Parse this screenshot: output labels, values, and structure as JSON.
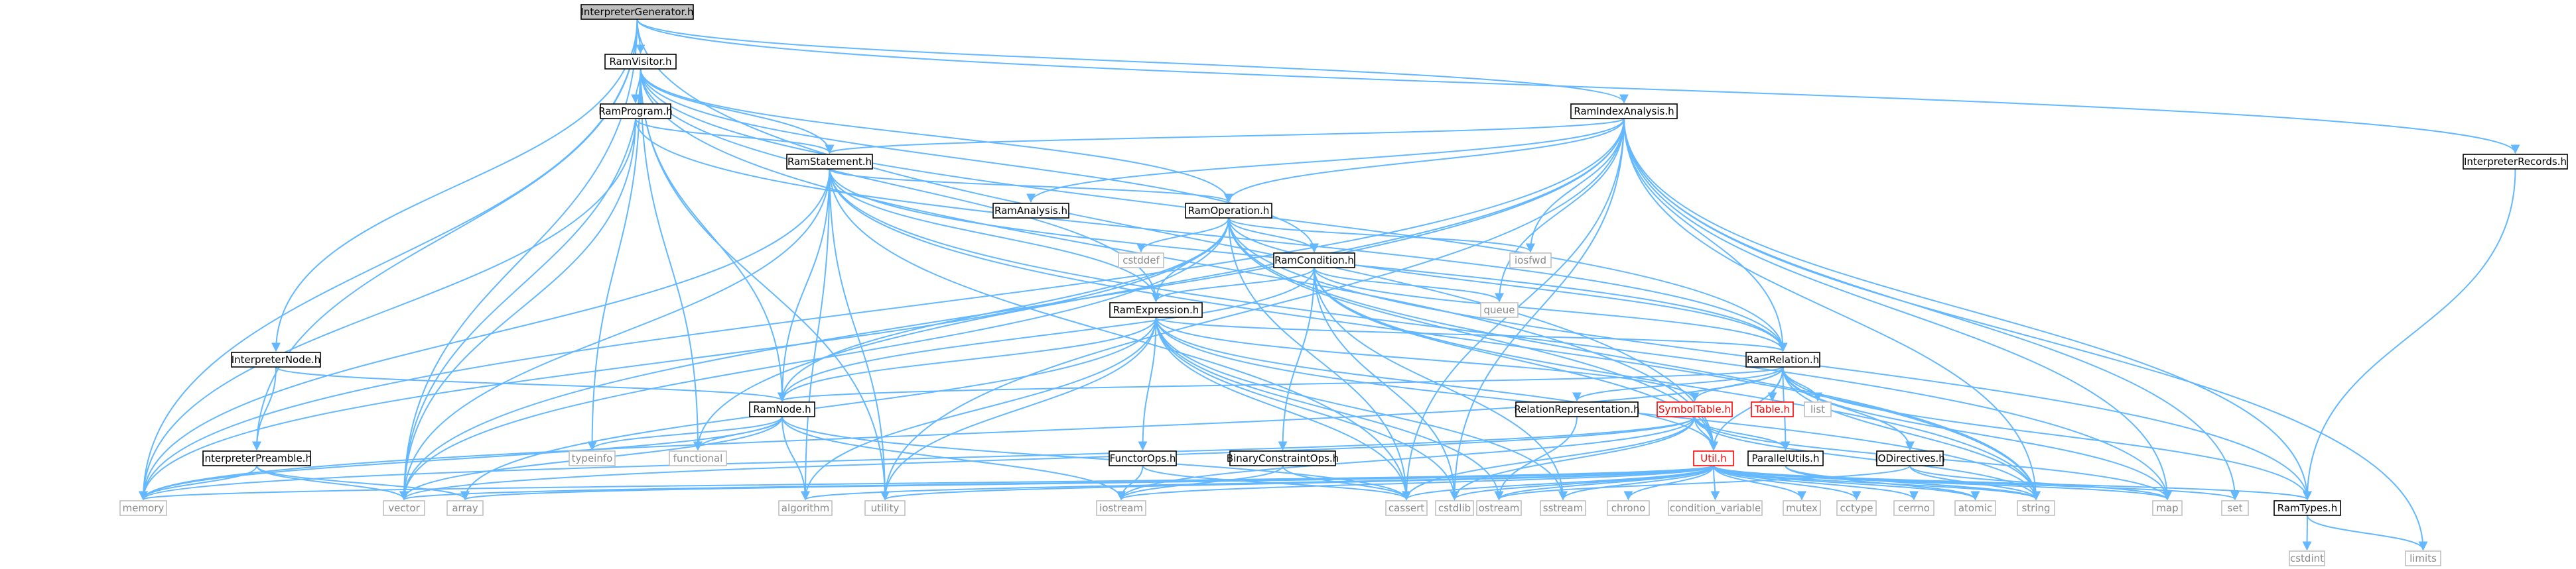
{
  "diagram": {
    "edge_color": "#63b8ff",
    "node_colors": {
      "focus_fill": "#bfbfbf",
      "default_fill": "#ffffff",
      "system_border": "#bfbfbf",
      "warning_text": "#ff0000"
    },
    "nodes": [
      {
        "id": "InterpreterGenerator",
        "label": "InterpreterGenerator.h",
        "kind": "focus"
      },
      {
        "id": "RamVisitor",
        "label": "RamVisitor.h",
        "kind": "project"
      },
      {
        "id": "RamIndexAnalysis",
        "label": "RamIndexAnalysis.h",
        "kind": "project"
      },
      {
        "id": "InterpreterRecords",
        "label": "InterpreterRecords.h",
        "kind": "project"
      },
      {
        "id": "RamProgram",
        "label": "RamProgram.h",
        "kind": "project"
      },
      {
        "id": "RamStatement",
        "label": "RamStatement.h",
        "kind": "project"
      },
      {
        "id": "RamAnalysis",
        "label": "RamAnalysis.h",
        "kind": "project"
      },
      {
        "id": "RamOperation",
        "label": "RamOperation.h",
        "kind": "project"
      },
      {
        "id": "RamCondition",
        "label": "RamCondition.h",
        "kind": "project"
      },
      {
        "id": "RamExpression",
        "label": "RamExpression.h",
        "kind": "project"
      },
      {
        "id": "RamRelation",
        "label": "RamRelation.h",
        "kind": "project"
      },
      {
        "id": "InterpreterNode",
        "label": "InterpreterNode.h",
        "kind": "project"
      },
      {
        "id": "InterpreterPreamble",
        "label": "InterpreterPreamble.h",
        "kind": "project"
      },
      {
        "id": "RamNode",
        "label": "RamNode.h",
        "kind": "project"
      },
      {
        "id": "RelationRepresentation",
        "label": "RelationRepresentation.h",
        "kind": "project"
      },
      {
        "id": "SymbolTable",
        "label": "SymbolTable.h",
        "kind": "warning"
      },
      {
        "id": "Table",
        "label": "Table.h",
        "kind": "warning"
      },
      {
        "id": "Util",
        "label": "Util.h",
        "kind": "warning"
      },
      {
        "id": "ParallelUtils",
        "label": "ParallelUtils.h",
        "kind": "project"
      },
      {
        "id": "IODirectives",
        "label": "IODirectives.h",
        "kind": "project"
      },
      {
        "id": "FunctorOps",
        "label": "FunctorOps.h",
        "kind": "project"
      },
      {
        "id": "BinaryConstraintOps",
        "label": "BinaryConstraintOps.h",
        "kind": "project"
      },
      {
        "id": "RamTypes",
        "label": "RamTypes.h",
        "kind": "project"
      },
      {
        "id": "iosfwd",
        "label": "iosfwd",
        "kind": "system"
      },
      {
        "id": "cstddef",
        "label": "cstddef",
        "kind": "system"
      },
      {
        "id": "queue",
        "label": "queue",
        "kind": "system"
      },
      {
        "id": "list",
        "label": "list",
        "kind": "system"
      },
      {
        "id": "typeinfo",
        "label": "typeinfo",
        "kind": "system"
      },
      {
        "id": "functional",
        "label": "functional",
        "kind": "system"
      },
      {
        "id": "memory",
        "label": "memory",
        "kind": "system"
      },
      {
        "id": "vector",
        "label": "vector",
        "kind": "system"
      },
      {
        "id": "array",
        "label": "array",
        "kind": "system"
      },
      {
        "id": "algorithm",
        "label": "algorithm",
        "kind": "system"
      },
      {
        "id": "utility",
        "label": "utility",
        "kind": "system"
      },
      {
        "id": "iostream",
        "label": "iostream",
        "kind": "system"
      },
      {
        "id": "cassert",
        "label": "cassert",
        "kind": "system"
      },
      {
        "id": "cstdlib",
        "label": "cstdlib",
        "kind": "system"
      },
      {
        "id": "ostream",
        "label": "ostream",
        "kind": "system"
      },
      {
        "id": "sstream",
        "label": "sstream",
        "kind": "system"
      },
      {
        "id": "chrono",
        "label": "chrono",
        "kind": "system"
      },
      {
        "id": "condition_variable",
        "label": "condition_variable",
        "kind": "system"
      },
      {
        "id": "mutex",
        "label": "mutex",
        "kind": "system"
      },
      {
        "id": "cctype",
        "label": "cctype",
        "kind": "system"
      },
      {
        "id": "cerrno",
        "label": "cerrno",
        "kind": "system"
      },
      {
        "id": "atomic",
        "label": "atomic",
        "kind": "system"
      },
      {
        "id": "string",
        "label": "string",
        "kind": "system"
      },
      {
        "id": "map",
        "label": "map",
        "kind": "system"
      },
      {
        "id": "set",
        "label": "set",
        "kind": "system"
      },
      {
        "id": "limits",
        "label": "limits",
        "kind": "system"
      },
      {
        "id": "cstdint",
        "label": "cstdint",
        "kind": "system"
      }
    ],
    "edges": [
      [
        "InterpreterGenerator",
        "RamVisitor"
      ],
      [
        "InterpreterGenerator",
        "RamIndexAnalysis"
      ],
      [
        "InterpreterGenerator",
        "InterpreterRecords"
      ],
      [
        "InterpreterGenerator",
        "InterpreterNode"
      ],
      [
        "InterpreterGenerator",
        "InterpreterPreamble"
      ],
      [
        "InterpreterGenerator",
        "memory"
      ],
      [
        "InterpreterGenerator",
        "vector"
      ],
      [
        "InterpreterGenerator",
        "Util"
      ],
      [
        "RamVisitor",
        "RamProgram"
      ],
      [
        "RamVisitor",
        "RamStatement"
      ],
      [
        "RamVisitor",
        "RamOperation"
      ],
      [
        "RamVisitor",
        "RamCondition"
      ],
      [
        "RamVisitor",
        "RamExpression"
      ],
      [
        "RamVisitor",
        "RamNode"
      ],
      [
        "RamVisitor",
        "RamRelation"
      ],
      [
        "RamVisitor",
        "typeinfo"
      ],
      [
        "RamVisitor",
        "functional"
      ],
      [
        "RamVisitor",
        "vector"
      ],
      [
        "RamVisitor",
        "utility"
      ],
      [
        "RamVisitor",
        "Util"
      ],
      [
        "RamProgram",
        "RamStatement"
      ],
      [
        "RamProgram",
        "RamRelation"
      ],
      [
        "RamProgram",
        "memory"
      ],
      [
        "RamProgram",
        "vector"
      ],
      [
        "RamIndexAnalysis",
        "RamAnalysis"
      ],
      [
        "RamIndexAnalysis",
        "RamStatement"
      ],
      [
        "RamIndexAnalysis",
        "RamOperation"
      ],
      [
        "RamIndexAnalysis",
        "RamRelation"
      ],
      [
        "RamIndexAnalysis",
        "RamTypes"
      ],
      [
        "RamIndexAnalysis",
        "iosfwd"
      ],
      [
        "RamIndexAnalysis",
        "queue"
      ],
      [
        "RamIndexAnalysis",
        "cassert"
      ],
      [
        "RamIndexAnalysis",
        "cstdlib"
      ],
      [
        "RamIndexAnalysis",
        "functional"
      ],
      [
        "RamIndexAnalysis",
        "memory"
      ],
      [
        "RamIndexAnalysis",
        "vector"
      ],
      [
        "RamIndexAnalysis",
        "utility"
      ],
      [
        "RamIndexAnalysis",
        "string"
      ],
      [
        "RamIndexAnalysis",
        "map"
      ],
      [
        "RamIndexAnalysis",
        "set"
      ],
      [
        "RamIndexAnalysis",
        "limits"
      ],
      [
        "InterpreterRecords",
        "RamTypes"
      ],
      [
        "RamStatement",
        "RamOperation"
      ],
      [
        "RamStatement",
        "RamExpression"
      ],
      [
        "RamStatement",
        "RamNode"
      ],
      [
        "RamStatement",
        "RamRelation"
      ],
      [
        "RamStatement",
        "memory"
      ],
      [
        "RamStatement",
        "vector"
      ],
      [
        "RamStatement",
        "algorithm"
      ],
      [
        "RamStatement",
        "utility"
      ],
      [
        "RamStatement",
        "string"
      ],
      [
        "RamStatement",
        "cassert"
      ],
      [
        "RamStatement",
        "map"
      ],
      [
        "RamOperation",
        "RamCondition"
      ],
      [
        "RamOperation",
        "RamExpression"
      ],
      [
        "RamOperation",
        "RamNode"
      ],
      [
        "RamOperation",
        "RamRelation"
      ],
      [
        "RamOperation",
        "cstddef"
      ],
      [
        "RamOperation",
        "iosfwd"
      ],
      [
        "RamOperation",
        "cassert"
      ],
      [
        "RamOperation",
        "memory"
      ],
      [
        "RamOperation",
        "vector"
      ],
      [
        "RamOperation",
        "string"
      ],
      [
        "RamOperation",
        "Util"
      ],
      [
        "RamOperation",
        "RamTypes"
      ],
      [
        "RamCondition",
        "RamExpression"
      ],
      [
        "RamCondition",
        "RamNode"
      ],
      [
        "RamCondition",
        "RamRelation"
      ],
      [
        "RamCondition",
        "BinaryConstraintOps"
      ],
      [
        "RamCondition",
        "queue"
      ],
      [
        "RamCondition",
        "cstdlib"
      ],
      [
        "RamCondition",
        "sstream"
      ],
      [
        "RamCondition",
        "string"
      ],
      [
        "RamCondition",
        "Util"
      ],
      [
        "RamExpression",
        "RamNode"
      ],
      [
        "RamExpression",
        "RamRelation"
      ],
      [
        "RamExpression",
        "FunctorOps"
      ],
      [
        "RamExpression",
        "SymbolTable"
      ],
      [
        "RamExpression",
        "Util"
      ],
      [
        "RamExpression",
        "array"
      ],
      [
        "RamExpression",
        "algorithm"
      ],
      [
        "RamExpression",
        "utility"
      ],
      [
        "RamExpression",
        "cassert"
      ],
      [
        "RamExpression",
        "cstdlib"
      ],
      [
        "RamExpression",
        "ostream"
      ],
      [
        "RamExpression",
        "sstream"
      ],
      [
        "RamExpression",
        "string"
      ],
      [
        "RamRelation",
        "RamNode"
      ],
      [
        "RamRelation",
        "RelationRepresentation"
      ],
      [
        "RamRelation",
        "SymbolTable"
      ],
      [
        "RamRelation",
        "Table"
      ],
      [
        "RamRelation",
        "list"
      ],
      [
        "RamRelation",
        "Util"
      ],
      [
        "RamRelation",
        "ParallelUtils"
      ],
      [
        "RamRelation",
        "IODirectives"
      ],
      [
        "RamRelation",
        "RamTypes"
      ],
      [
        "RamRelation",
        "string"
      ],
      [
        "RamRelation",
        "map"
      ],
      [
        "RamRelation",
        "memory"
      ],
      [
        "InterpreterNode",
        "RamNode"
      ],
      [
        "InterpreterNode",
        "InterpreterPreamble"
      ],
      [
        "InterpreterPreamble",
        "memory"
      ],
      [
        "InterpreterPreamble",
        "vector"
      ],
      [
        "InterpreterPreamble",
        "array"
      ],
      [
        "RamNode",
        "typeinfo"
      ],
      [
        "RamNode",
        "functional"
      ],
      [
        "RamNode",
        "memory"
      ],
      [
        "RamNode",
        "vector"
      ],
      [
        "RamNode",
        "algorithm"
      ],
      [
        "RamNode",
        "iostream"
      ],
      [
        "RamNode",
        "cassert"
      ],
      [
        "RelationRepresentation",
        "ostream"
      ],
      [
        "SymbolTable",
        "Util"
      ],
      [
        "SymbolTable",
        "ParallelUtils"
      ],
      [
        "SymbolTable",
        "iostream"
      ],
      [
        "SymbolTable",
        "cassert"
      ],
      [
        "SymbolTable",
        "cstdlib"
      ],
      [
        "SymbolTable",
        "string"
      ],
      [
        "SymbolTable",
        "vector"
      ],
      [
        "SymbolTable",
        "map"
      ],
      [
        "SymbolTable",
        "memory"
      ],
      [
        "Util",
        "RamTypes"
      ],
      [
        "Util",
        "iostream"
      ],
      [
        "Util",
        "cassert"
      ],
      [
        "Util",
        "cstdlib"
      ],
      [
        "Util",
        "ostream"
      ],
      [
        "Util",
        "sstream"
      ],
      [
        "Util",
        "chrono"
      ],
      [
        "Util",
        "condition_variable"
      ],
      [
        "Util",
        "mutex"
      ],
      [
        "Util",
        "cctype"
      ],
      [
        "Util",
        "cerrno"
      ],
      [
        "Util",
        "atomic"
      ],
      [
        "Util",
        "string"
      ],
      [
        "Util",
        "map"
      ],
      [
        "Util",
        "set"
      ],
      [
        "Util",
        "vector"
      ],
      [
        "Util",
        "algorithm"
      ],
      [
        "Util",
        "utility"
      ],
      [
        "Util",
        "memory"
      ],
      [
        "Util",
        "array"
      ],
      [
        "ParallelUtils",
        "atomic"
      ],
      [
        "ParallelUtils",
        "string"
      ],
      [
        "IODirectives",
        "string"
      ],
      [
        "IODirectives",
        "map"
      ],
      [
        "IODirectives",
        "ostream"
      ],
      [
        "FunctorOps",
        "iostream"
      ],
      [
        "FunctorOps",
        "cassert"
      ],
      [
        "BinaryConstraintOps",
        "iostream"
      ],
      [
        "BinaryConstraintOps",
        "cassert"
      ],
      [
        "RamTypes",
        "cstdint"
      ],
      [
        "RamTypes",
        "limits"
      ]
    ]
  }
}
